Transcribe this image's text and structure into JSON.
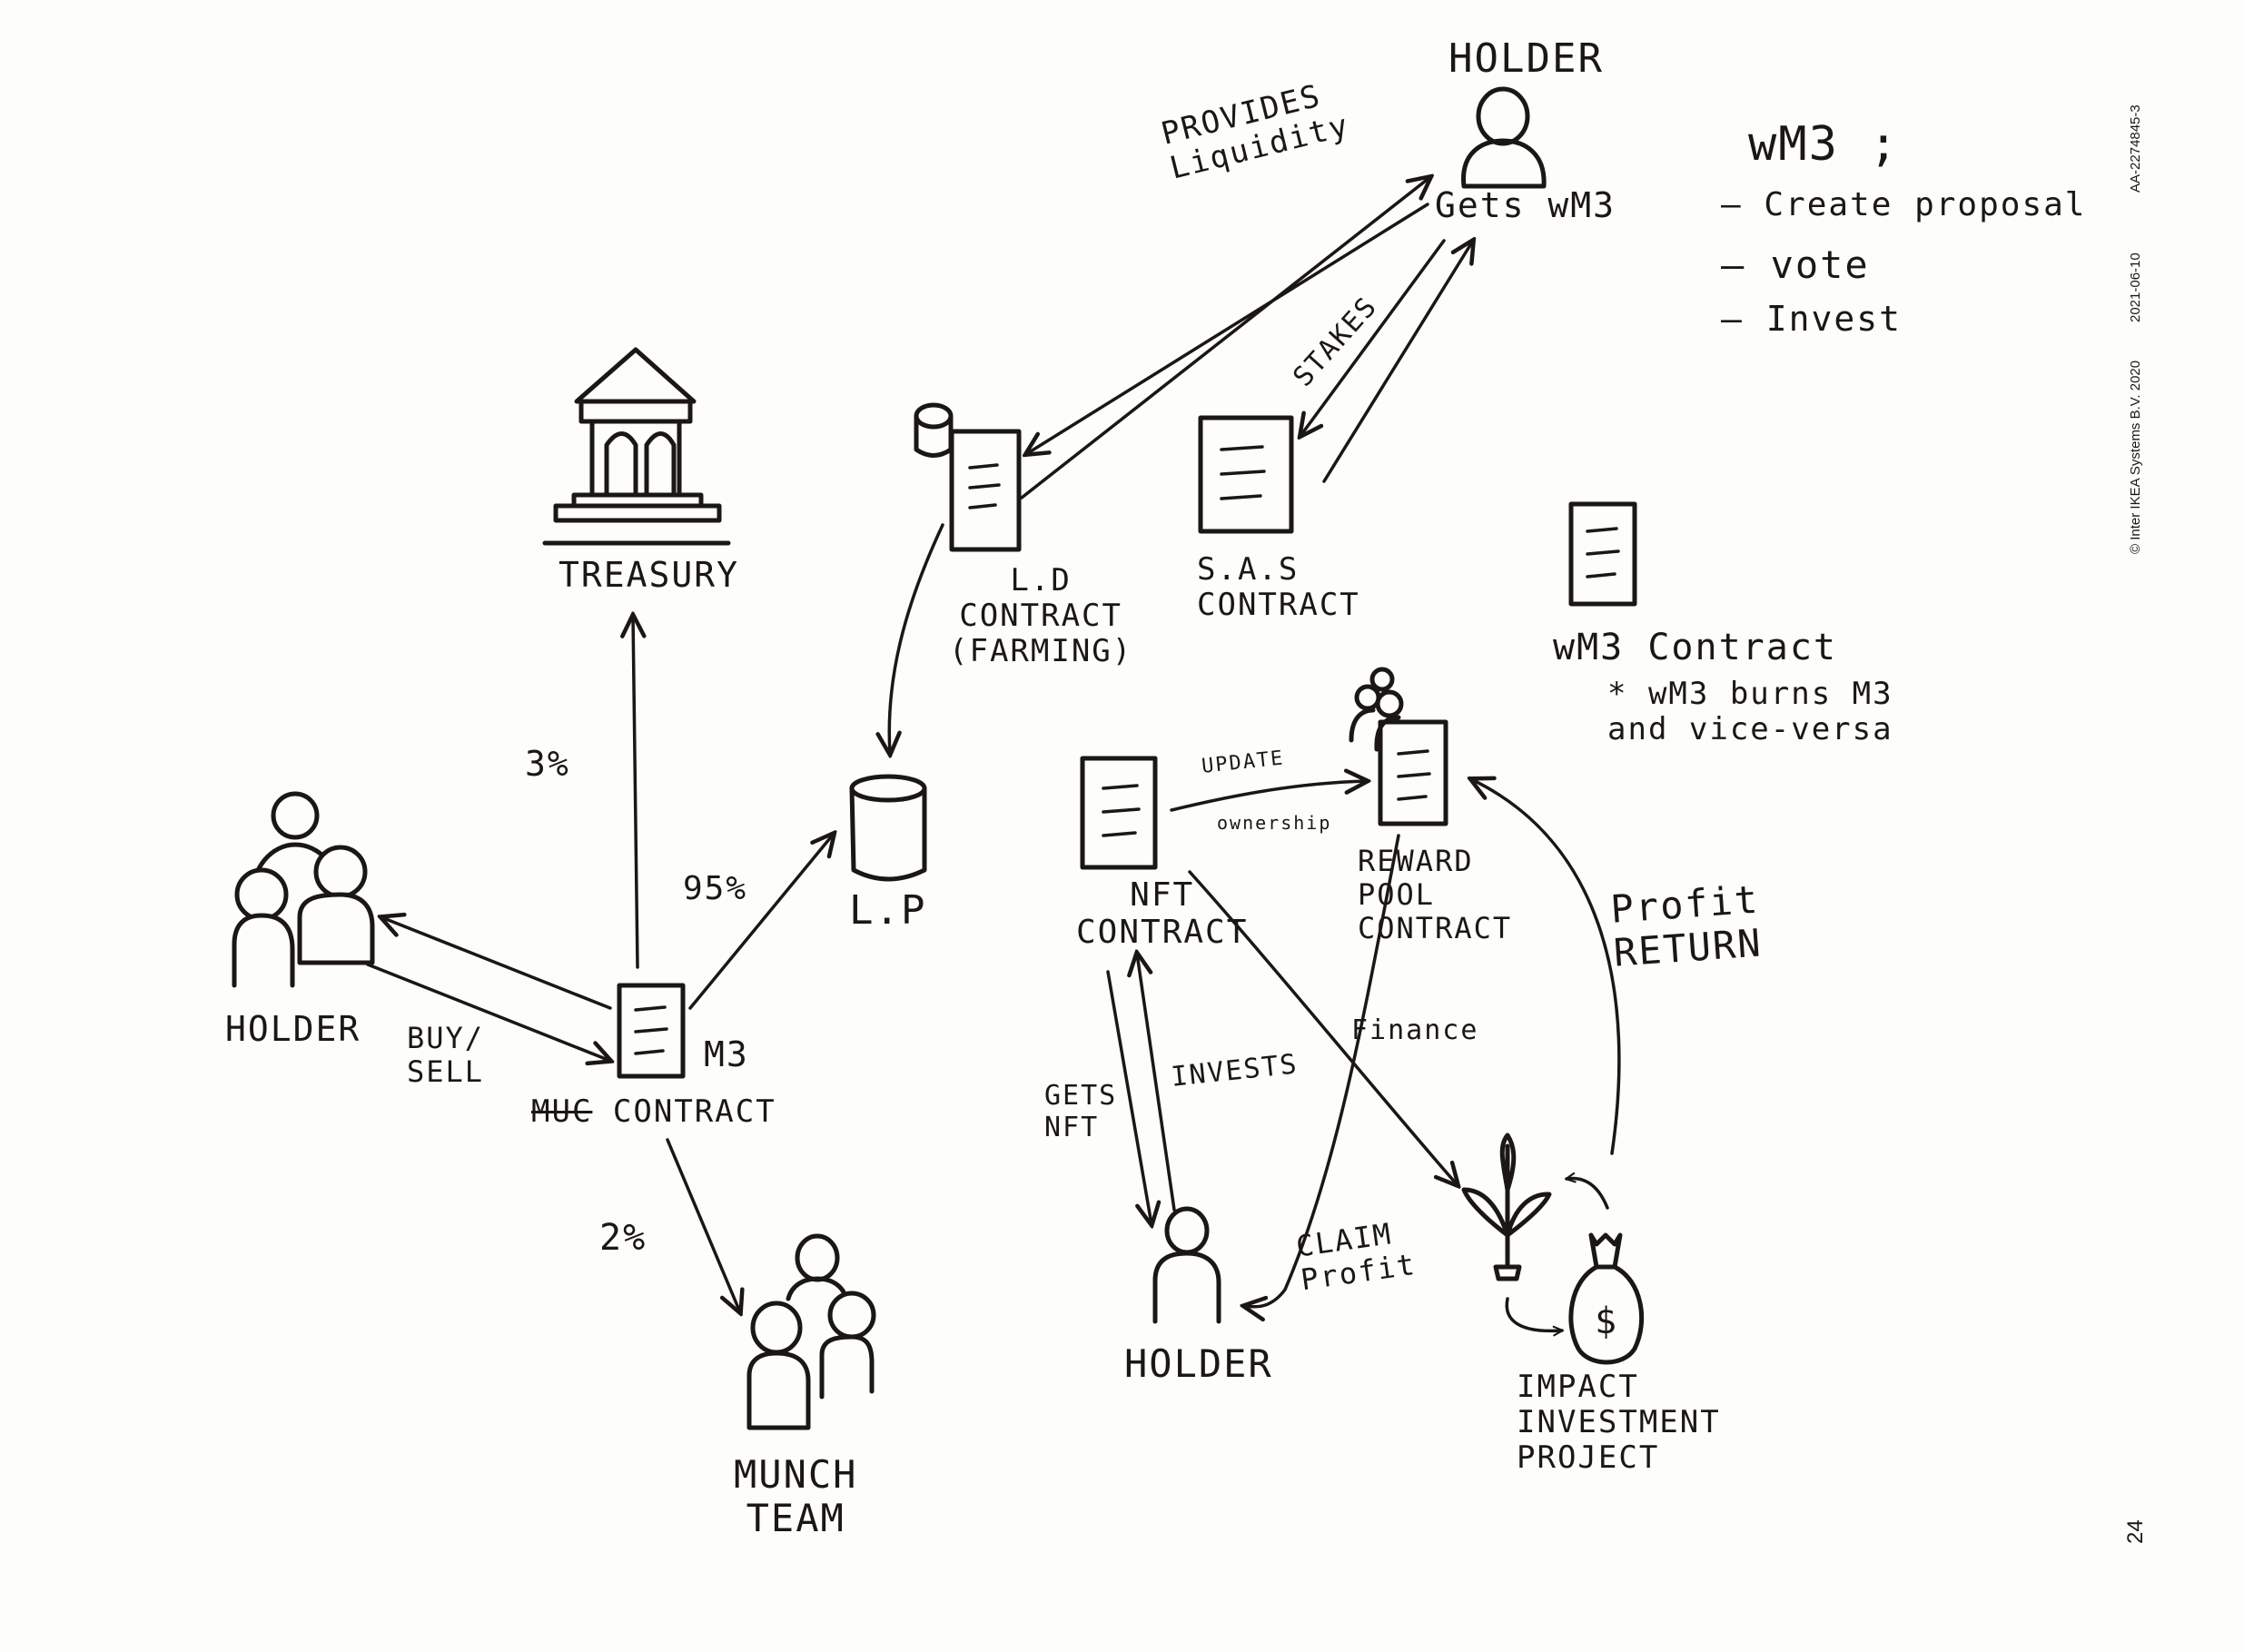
{
  "legend": {
    "title": "wM3 ;",
    "items": [
      "Create proposal",
      "vote",
      "Invest"
    ]
  },
  "nodes": {
    "holder_top": {
      "title": "HOLDER",
      "caption": "Gets wM3"
    },
    "treasury": {
      "label": "TREASURY"
    },
    "ld_contract": {
      "line1": "L.D",
      "line2": "CONTRACT",
      "line3": "(FARMING)"
    },
    "sas_contract": {
      "line1": "S.A.S",
      "line2": "CONTRACT"
    },
    "wm3_contract": {
      "label": "wM3 Contract",
      "note_line1": "* wM3 burns M3",
      "note_line2": "and vice-versa"
    },
    "holder_left": {
      "label": "HOLDER"
    },
    "m3_contract": {
      "name": "M3",
      "strike": "MUC",
      "label": "CONTRACT"
    },
    "lp": {
      "label": "L.P"
    },
    "nft_contract": {
      "line1": "NFT",
      "line2": "CONTRACT"
    },
    "reward_pool": {
      "line1": "REWARD",
      "line2": "POOL",
      "line3": "CONTRACT"
    },
    "holder_bottom": {
      "label": "HOLDER"
    },
    "impact": {
      "line1": "IMPACT",
      "line2": "INVESTMENT",
      "line3": "PROJECT"
    },
    "munch_team": {
      "line1": "MUNCH",
      "line2": "TEAM"
    }
  },
  "edges": {
    "provides_liquidity": {
      "line1": "PROVIDES",
      "line2": "Liquidity"
    },
    "stakes": "STAKES",
    "pct_treasury": "3%",
    "pct_lp": "95%",
    "pct_team": "2%",
    "buy_sell": {
      "line1": "BUY/",
      "line2": "SELL"
    },
    "update": "UPDATE",
    "ownership": "ownership",
    "finance": "Finance",
    "profit_return": {
      "line1": "Profit",
      "line2": "RETURN"
    },
    "gets_nft": {
      "line1": "GETS",
      "line2": "NFT"
    },
    "invests": "INVESTS",
    "claim_profit": {
      "line1": "CLAIM",
      "line2": "Profit"
    }
  },
  "footer": {
    "copyright": "© Inter IKEA Systems B.V. 2020",
    "date": "2021-06-10",
    "doc_id": "AA-2274845-3",
    "page_number": "24"
  }
}
